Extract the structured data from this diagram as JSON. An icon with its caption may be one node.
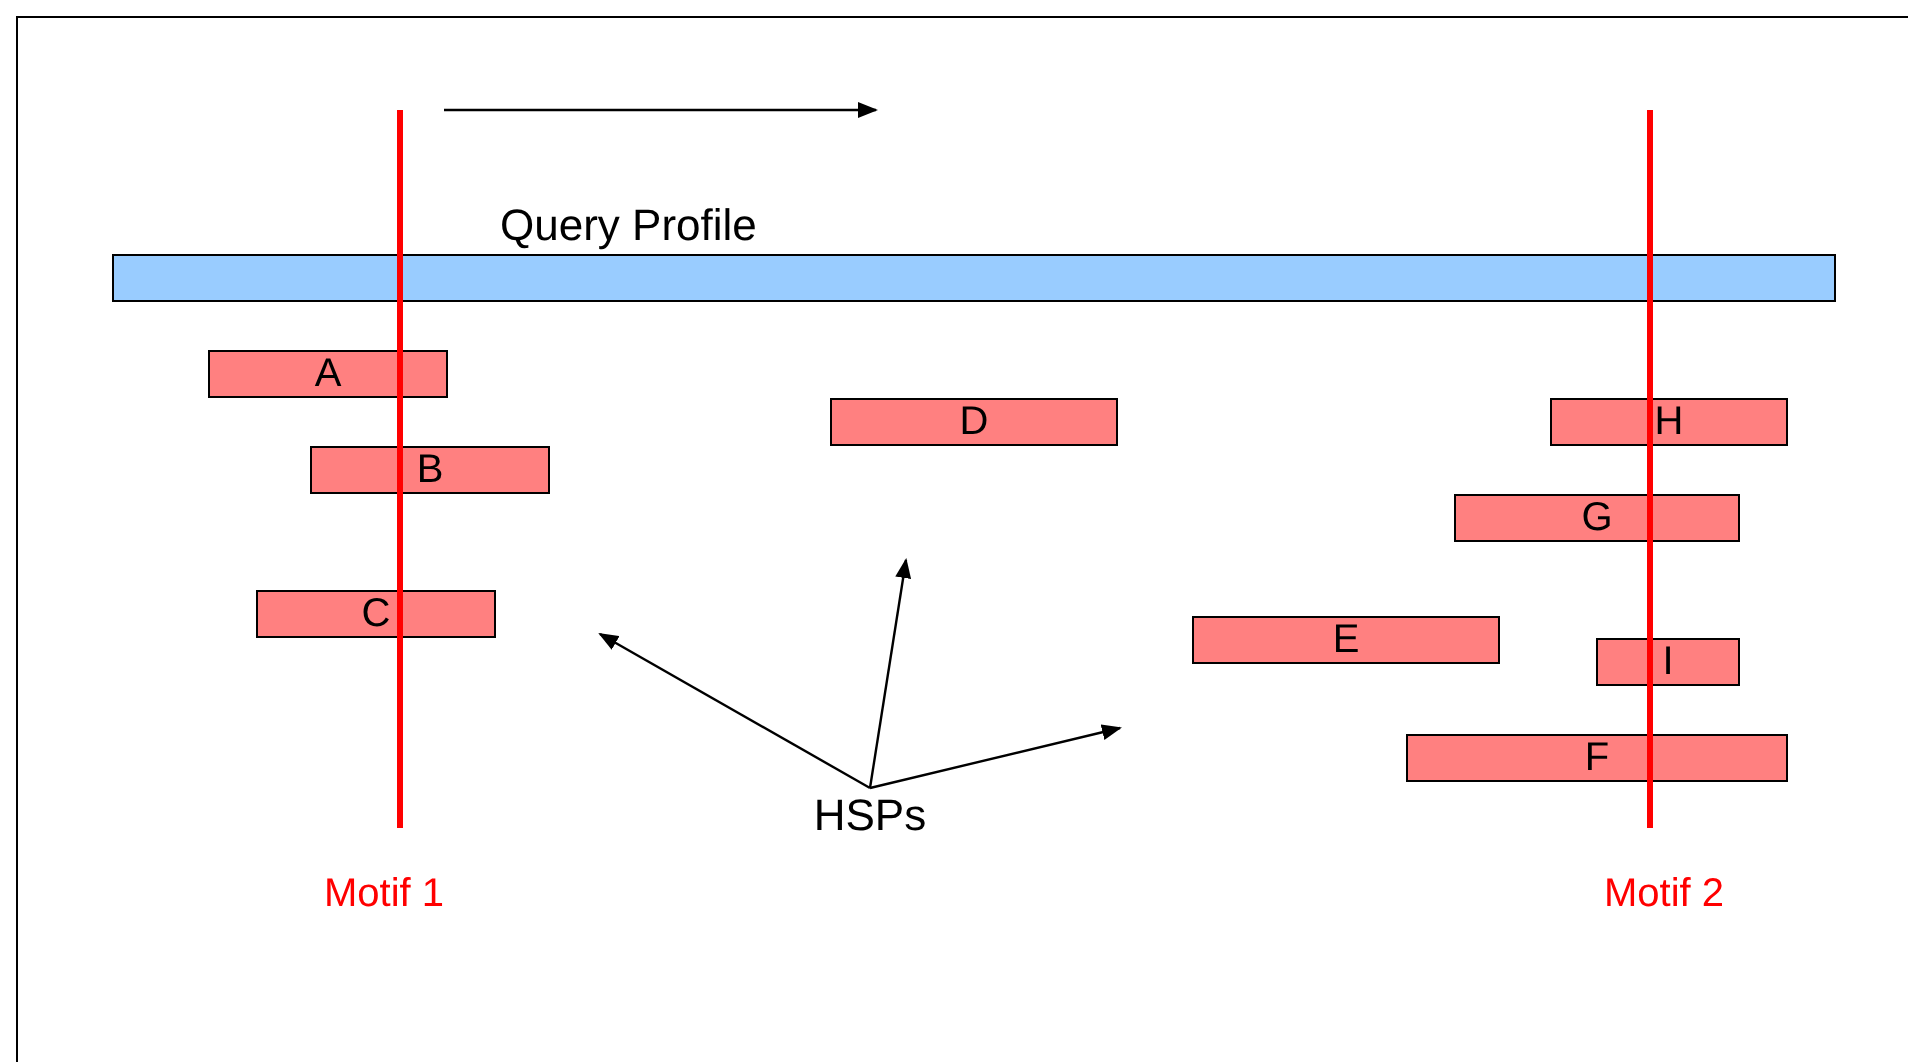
{
  "diagram": {
    "nodes": [
      {
        "text": [
          "Query Profile"
        ]
      },
      {
        "text": [
          "A"
        ]
      },
      {
        "text": [
          "B"
        ]
      },
      {
        "text": [
          "C"
        ]
      },
      {
        "text": [
          "D"
        ]
      },
      {
        "text": [
          "E"
        ]
      },
      {
        "text": [
          "F"
        ]
      },
      {
        "text": [
          "G"
        ]
      },
      {
        "text": [
          "H"
        ]
      },
      {
        "text": [
          "I"
        ]
      },
      {
        "text": [
          "HSPs"
        ]
      }
    ],
    "edges": [
      {
        "from": 10,
        "to": null,
        "arrow": "to"
      },
      {
        "from": 10,
        "to": null,
        "arrow": "to"
      },
      {
        "from": 10,
        "to": null,
        "arrow": "to"
      }
    ],
    "labels": [
      "Motif 1",
      "Motif 2"
    ]
  }
}
